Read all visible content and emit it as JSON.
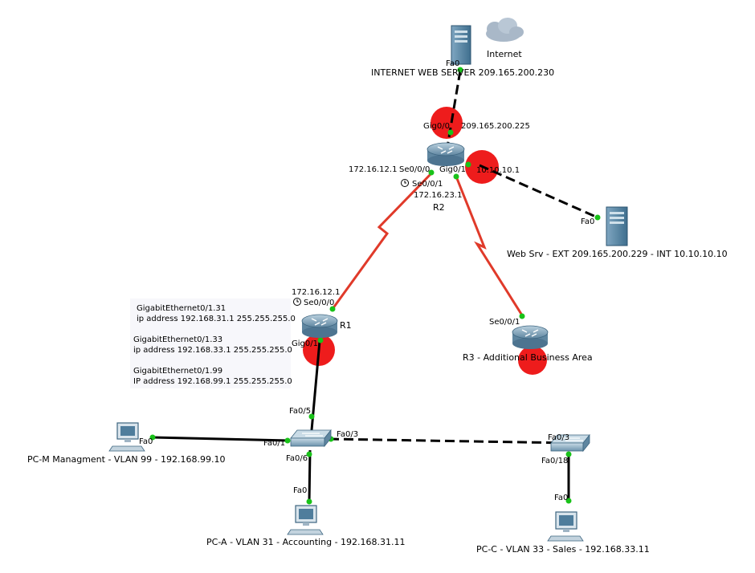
{
  "colors": {
    "serial_link": "#e03a2a",
    "ethernet_link": "#000000",
    "link_up_dot": "#19c219",
    "down_port_circle": "#ee1c1c",
    "router_body": "#7fa3b8",
    "switch_body": "#8fb0c6",
    "server_body": "#5d8aa8",
    "cloud": "#a9b8c8"
  },
  "devices": {
    "internet_label": "Internet",
    "web_server_label": "INTERNET WEB SERVER 209.165.200.230",
    "r2_label": "R2",
    "r1_label": "R1",
    "r3_label": "R3 - Additional Business Area",
    "web_srv_label": "Web Srv - EXT 209.165.200.229 - INT 10.10.10.10",
    "pcm_label": "PC-M Managment - VLAN 99 - 192.168.99.10",
    "pca_label": "PC-A - VLAN 31 - Accounting - 192.168.31.11",
    "pcc_label": "PC-C - VLAN 33 - Sales - 192.168.33.11"
  },
  "ports": {
    "ws_fa0": "Fa0",
    "r2_gig00": "Gig0/0",
    "r2_gig00_ip": "209.165.200.225",
    "r2_se000_ip": "172.16.12.1",
    "r2_se000": "Se0/0/0",
    "r2_gig01": "Gig0/1",
    "r2_gig01_ip": "10.10.10.1",
    "r2_se001": "Se0/0/1",
    "r2_se001_ip": "172.16.23.1",
    "websrv_fa0": "Fa0",
    "r1_se000_ip": "172.16.12.1",
    "r1_se000": "Se0/0/0",
    "r1_gig01": "Gig0/1",
    "r3_se001": "Se0/0/1",
    "s1_fa05": "Fa0/5",
    "s1_fa01": "Fa0/1",
    "s1_fa03": "Fa0/3",
    "s1_fa06": "Fa0/6",
    "pcm_fa0": "Fa0",
    "pca_fa0": "Fa0",
    "s3_fa03": "Fa0/3",
    "s3_fa018": "Fa0/18",
    "pcc_fa0": "Fa0"
  },
  "config": {
    "sub1_if": "GigabitEthernet0/1.31",
    "sub1_ip": "ip address 192.168.31.1 255.255.255.0",
    "sub2_if": "GigabitEthernet0/1.33",
    "sub2_ip": "ip address 192.168.33.1 255.255.255.0",
    "sub3_if": "GigabitEthernet0/1.99",
    "sub3_ip": "IP address 192.168.99.1 255.255.255.0"
  }
}
